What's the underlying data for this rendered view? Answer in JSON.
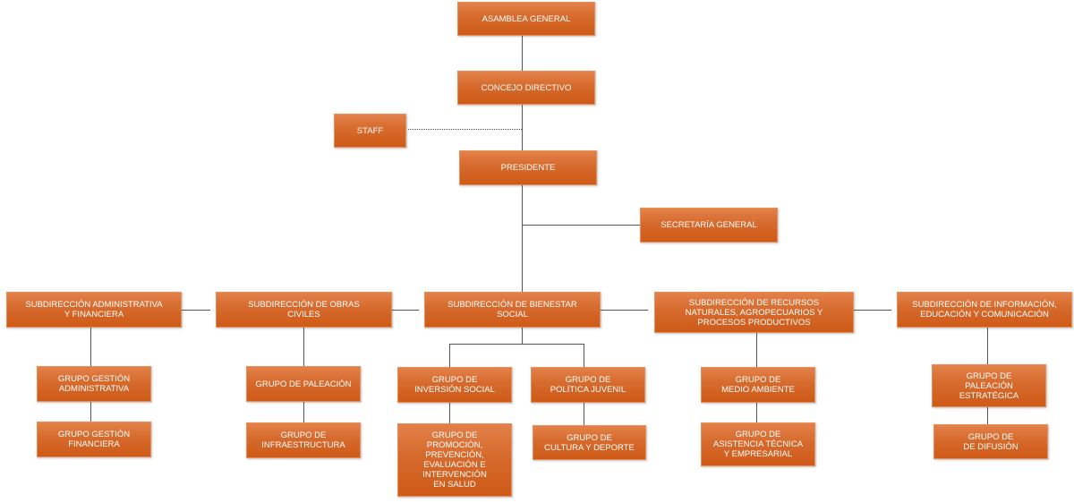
{
  "nodes": {
    "asamblea": "ASAMBLEA GENERAL",
    "concejo": "CONCEJO DIRECTIVO",
    "staff": "STAFF",
    "presidente": "PRESIDENTE",
    "secretaria": "SECRETARÍA GENERAL",
    "sub_admin": "SUBDIRECCIÓN ADMINISTRATIVA\nY FINANCIERA",
    "sub_obras": "SUBDIRECCIÓN DE OBRAS\nCIVILES",
    "sub_bienestar": "SUBDIRECCIÓN DE BIENESTAR\nSOCIAL",
    "sub_recursos": "SUBDIRECCIÓN DE RECURSOS\nNATURALES, AGROPECUARIOS Y\nPROCESOS PRODUCTIVOS",
    "sub_info": "SUBDIRECCIÓN DE INFORMACIÓN,\nEDUCACIÓN Y COMUNICACIÓN",
    "g_gest_admin": "GRUPO GESTIÓN\nADMINISTRATIVA",
    "g_gest_fin": "GRUPO GESTIÓN\nFINANCIERA",
    "g_paleacion": "GRUPO DE PALEACIÓN",
    "g_infra": "GRUPO DE\nINFRAESTRUCTURA",
    "g_inversion": "GRUPO DE\nINVERSIÓN SOCIAL",
    "g_promocion": "GRUPO DE\nPROMOCIÓN,\nPREVENCIÓN,\nEVALUACIÓN E\nINTERVENCIÓN\nEN SALUD",
    "g_politica": "GRUPO DE\nPOLÍTICA JUVENIL",
    "g_cultura": "GRUPO DE\nCULTURA Y DEPORTE",
    "g_medio": "GRUPO DE\nMEDIO AMBIENTE",
    "g_asistencia": "GRUPO DE\nASISTENCIA TÉCNICA\nY EMPRESARIAL",
    "g_paleacion_estr": "GRUPO DE\nPALEACIÓN\nESTRATÉGICA",
    "g_difusion": "GRUPO DE\nDE DIFUSIÓN"
  }
}
